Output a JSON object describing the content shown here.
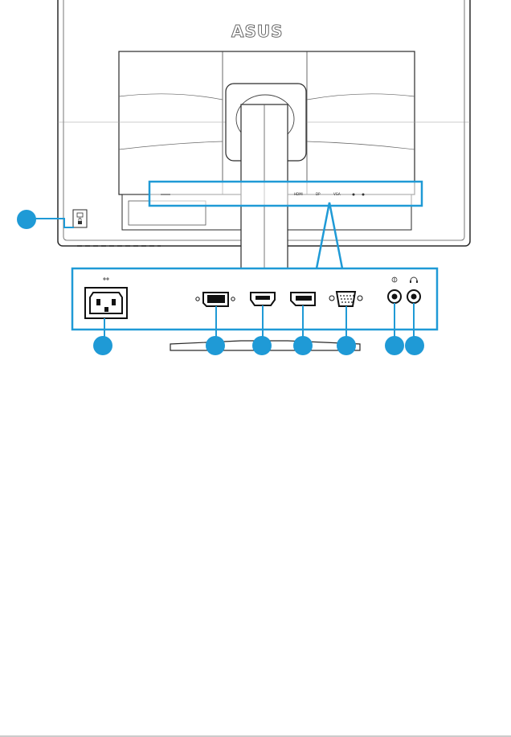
{
  "brand": {
    "logo_text": "ASUS"
  },
  "colors": {
    "callout": "#1f9ad6",
    "outline": "#2a2a2a",
    "panel": "#ffffff"
  },
  "top_view": {
    "port_strip_labels": [
      "HDMI",
      "DP",
      "VGA"
    ]
  },
  "callouts": [
    {
      "id": "kensington-lock",
      "label": ""
    },
    {
      "id": "ac-power-in",
      "label": ""
    },
    {
      "id": "dvi-port",
      "label": ""
    },
    {
      "id": "hdmi-port",
      "label": ""
    },
    {
      "id": "displayport",
      "label": ""
    },
    {
      "id": "vga-port",
      "label": ""
    },
    {
      "id": "audio-in",
      "label": ""
    },
    {
      "id": "earphone-jack",
      "label": ""
    }
  ],
  "icons": [
    "ac-plug-icon",
    "lock-icon",
    "audio-in-icon",
    "headphone-icon"
  ]
}
